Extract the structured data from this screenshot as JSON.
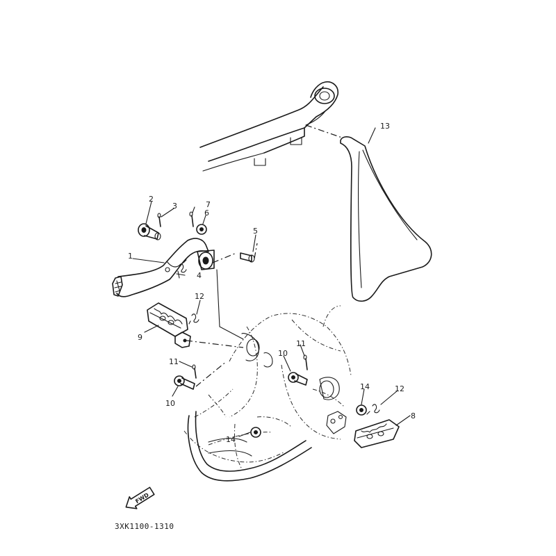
{
  "diagram": {
    "callouts": {
      "c1": "1",
      "c2": "2",
      "c3": "3",
      "c4": "4",
      "c5": "5",
      "c6": "6",
      "c7": "7",
      "c8": "8",
      "c9": "9",
      "c10a": "10",
      "c10b": "10",
      "c11a": "11",
      "c11b": "11",
      "c12a": "12",
      "c12b": "12",
      "c13": "13",
      "c14a": "14",
      "c14b": "14"
    },
    "fwd_label": "FWD",
    "drawing_code": "3XK1100-1310"
  }
}
